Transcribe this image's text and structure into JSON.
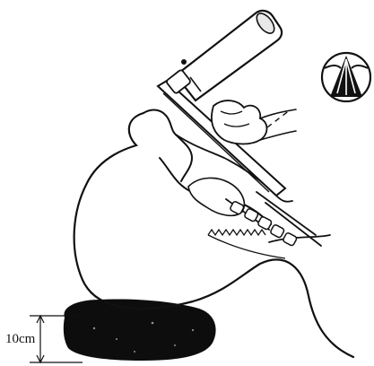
{
  "figure": {
    "height_label": "10cm",
    "colors": {
      "ink": "#111111",
      "pillow": "#0d0d0d",
      "background": "#ffffff"
    },
    "elements": [
      "laryngoscope-handle",
      "laryngoscope-blade",
      "operator-hand",
      "patient-head",
      "mouth-and-airway",
      "teeth",
      "tongue",
      "larynx-and-trachea",
      "neck-and-shoulder",
      "head-pillow",
      "height-dimension",
      "glottis-view-inset"
    ]
  }
}
